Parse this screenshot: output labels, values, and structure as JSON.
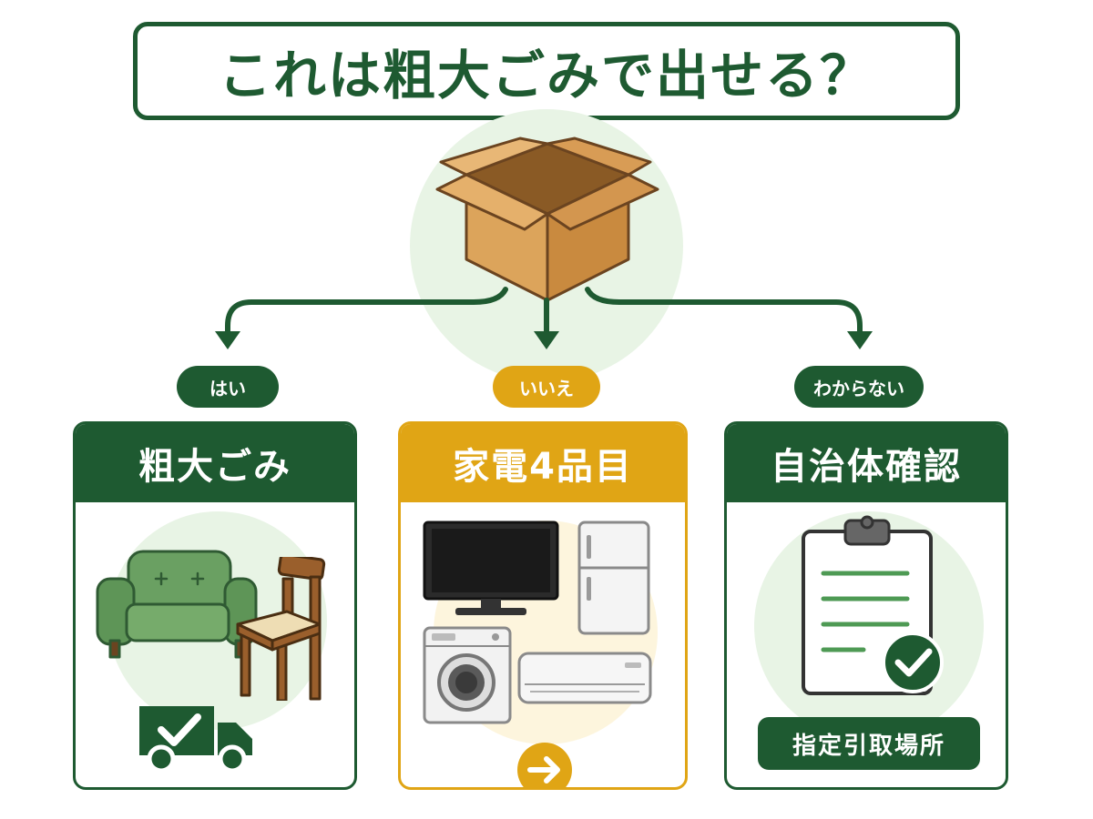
{
  "title": "これは粗大ごみで出せる？",
  "branches": [
    {
      "label": "はい",
      "card_title": "粗大ごみ"
    },
    {
      "label": "いいえ",
      "card_title": "家電4品目"
    },
    {
      "label": "わからない",
      "card_title": "自治体確認",
      "footer": "指定引取場所"
    }
  ],
  "colors": {
    "green": "#1e5a31",
    "gold": "#e0a515",
    "light_green": "#e8f4e5",
    "light_gold": "#fdf5dd"
  }
}
